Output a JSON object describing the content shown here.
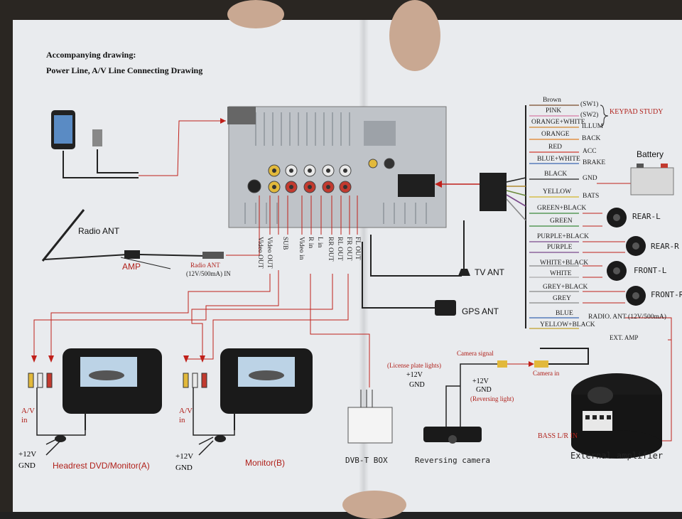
{
  "header": {
    "line1": "Accompanying drawing:",
    "line2": "Power Line, A/V Line Connecting Drawing"
  },
  "labels": {
    "radio_ant": "Radio ANT",
    "amp": "AMP",
    "radio_ant_in_1": "Radio ANT",
    "radio_ant_in_2": "(12V/500mA) IN",
    "tv_ant": "TV ANT",
    "gps_ant": "GPS ANT",
    "battery": "Battery",
    "av_in_left": "A/V\nin",
    "av_in_right": "A/V\nin",
    "v12_left": "+12V",
    "gnd_left": "GND",
    "v12_right": "+12V",
    "gnd_right": "GND",
    "headrest": "Headrest DVD/Monitor(A)",
    "monitor_b": "Monitor(B)",
    "dvbt_box": "DVB-T BOX",
    "reversing_camera": "Reversing camera",
    "external_amplifier": "External amplifier",
    "license_plate": "(License plate lights)",
    "lp_12v": "+12V",
    "lp_gnd": "GND",
    "camera_signal": "Camera signal",
    "cam_12v": "+12V",
    "cam_gnd": "GND",
    "reversing_light": "(Reversing light)",
    "camera_in": "Camera in",
    "bass": "BASS L/R IN",
    "ext_amp": "EXT. AMP",
    "keypad_study": "KEYPAD STUDY"
  },
  "vertical_labels": [
    "Video OUT",
    "Video OUT",
    "SUB",
    "Video in",
    "R in",
    "L in",
    "RR OUT",
    "RL OUT",
    "FR OUT",
    "FL OUT"
  ],
  "wires": [
    {
      "color": "Brown",
      "func": "(SW1)"
    },
    {
      "color": "PINK",
      "func": "(SW2)"
    },
    {
      "color": "ORANGE+WHITE",
      "func": "ILLUM"
    },
    {
      "color": "ORANGE",
      "func": "BACK"
    },
    {
      "color": "RED",
      "func": "ACC"
    },
    {
      "color": "BLUE+WHITE",
      "func": "BRAKE"
    },
    {
      "color": "BLACK",
      "func": "GND"
    },
    {
      "color": "YELLOW",
      "func": "BATS"
    },
    {
      "color": "GREEN+BLACK",
      "func": ""
    },
    {
      "color": "GREEN",
      "func": ""
    },
    {
      "color": "PURPLE+BLACK",
      "func": ""
    },
    {
      "color": "PURPLE",
      "func": ""
    },
    {
      "color": "WHITE+BLACK",
      "func": ""
    },
    {
      "color": "WHITE",
      "func": ""
    },
    {
      "color": "GREY+BLACK",
      "func": ""
    },
    {
      "color": "GREY",
      "func": ""
    },
    {
      "color": "BLUE",
      "func": "RADIO. ANT (12V/500mA)"
    },
    {
      "color": "YELLOW+BLACK",
      "func": ""
    }
  ],
  "speakers": [
    "REAR-L",
    "REAR-R",
    "FRONT-L",
    "FRONT-R"
  ],
  "colors": {
    "paper": "#e9ebee",
    "wire_red": "#b0201a",
    "line": "#1a1a1a"
  }
}
